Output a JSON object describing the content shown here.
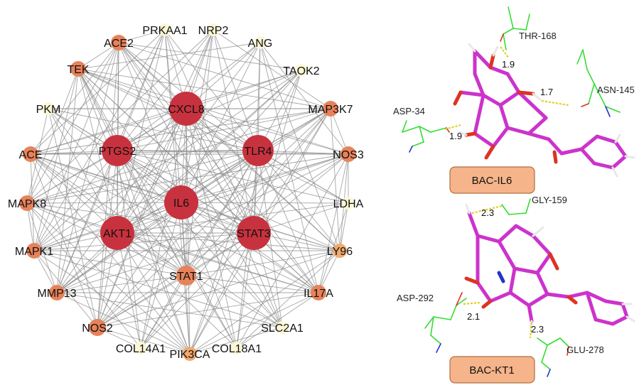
{
  "network": {
    "nodes": [
      {
        "id": "ACE2",
        "tier": "mid"
      },
      {
        "id": "PRKAA1",
        "tier": "low"
      },
      {
        "id": "NRP2",
        "tier": "low"
      },
      {
        "id": "ANG",
        "tier": "low"
      },
      {
        "id": "TEK",
        "tier": "mid"
      },
      {
        "id": "TAOK2",
        "tier": "low"
      },
      {
        "id": "CXCL8",
        "tier": "high"
      },
      {
        "id": "PKM",
        "tier": "low"
      },
      {
        "id": "MAP3K7",
        "tier": "mid"
      },
      {
        "id": "PTGS2",
        "tier": "high"
      },
      {
        "id": "TLR4",
        "tier": "high"
      },
      {
        "id": "ACE",
        "tier": "mid"
      },
      {
        "id": "NOS3",
        "tier": "mid"
      },
      {
        "id": "IL6",
        "tier": "high"
      },
      {
        "id": "MAPK8",
        "tier": "mid"
      },
      {
        "id": "LDHA",
        "tier": "low"
      },
      {
        "id": "AKT1",
        "tier": "high"
      },
      {
        "id": "STAT3",
        "tier": "high"
      },
      {
        "id": "MAPK1",
        "tier": "mid"
      },
      {
        "id": "LY96",
        "tier": "lightmid"
      },
      {
        "id": "STAT1",
        "tier": "mid"
      },
      {
        "id": "MMP13",
        "tier": "mid"
      },
      {
        "id": "IL17A",
        "tier": "mid"
      },
      {
        "id": "NOS2",
        "tier": "mid"
      },
      {
        "id": "SLC2A1",
        "tier": "low"
      },
      {
        "id": "COL14A1",
        "tier": "low"
      },
      {
        "id": "PIK3CA",
        "tier": "lightmid"
      },
      {
        "id": "COL18A1",
        "tier": "low"
      }
    ],
    "colors": {
      "high": "#c8323e",
      "mid": "#e8825a",
      "lightmid": "#f2aa6e",
      "low": "#fbf7d6",
      "edge": "#8a8a8a"
    }
  },
  "docking": [
    {
      "label": "BAC-IL6",
      "residues": [
        "THR-168",
        "ASN-145",
        "ASP-34"
      ],
      "distances": [
        "1.9",
        "1.7",
        "1.9"
      ]
    },
    {
      "label": "BAC-KT1",
      "residues": [
        "GLY-159",
        "ASP-292",
        "GLU-278"
      ],
      "distances": [
        "2.3",
        "2.1",
        "2.3"
      ]
    }
  ],
  "colors": {
    "ligand": "#cc33cc",
    "oxygen": "#dd3322",
    "nitrogen": "#2233cc",
    "hydrogen": "#e8e8e8",
    "residue": "#33dd33",
    "hbond": "#e0d020",
    "box_fill": "#f5b48a",
    "box_stroke": "#b07040"
  }
}
